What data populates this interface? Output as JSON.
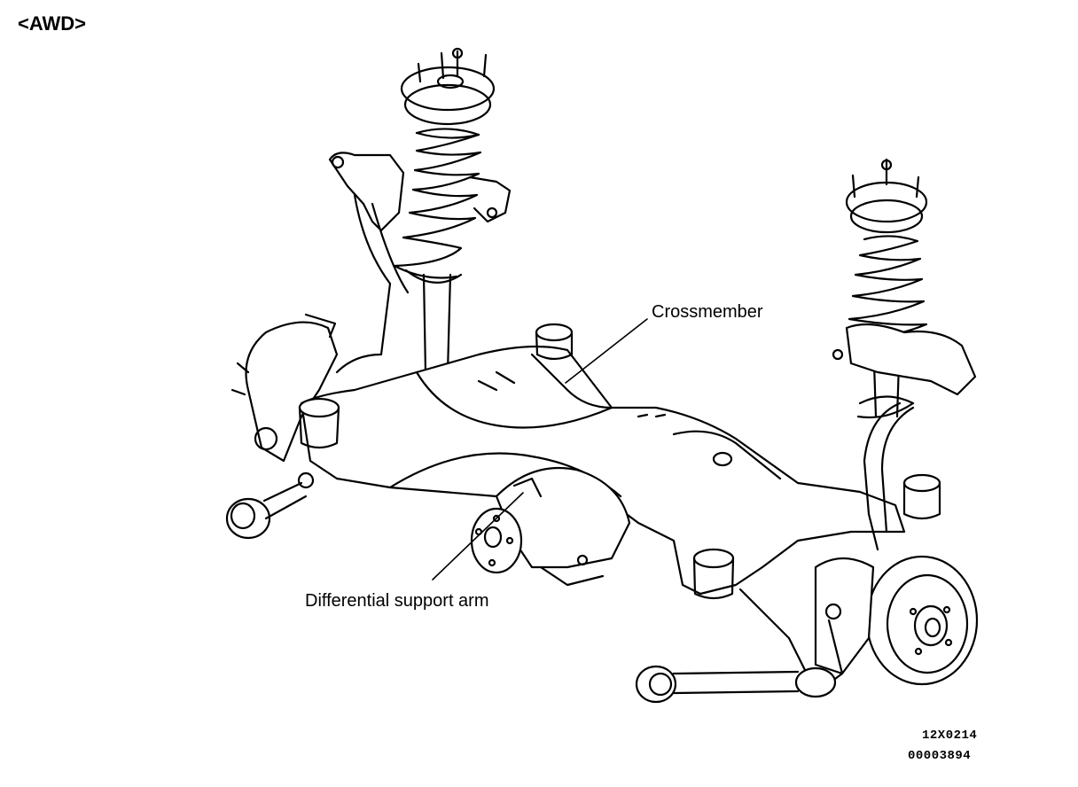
{
  "heading": "<AWD>",
  "callouts": {
    "crossmember": "Crossmember",
    "differential_support_arm": "Differential support arm"
  },
  "codes": {
    "figure_code": "12X0214",
    "document_code": "00003894"
  },
  "colors": {
    "ink": "#000000",
    "paper": "#ffffff"
  }
}
